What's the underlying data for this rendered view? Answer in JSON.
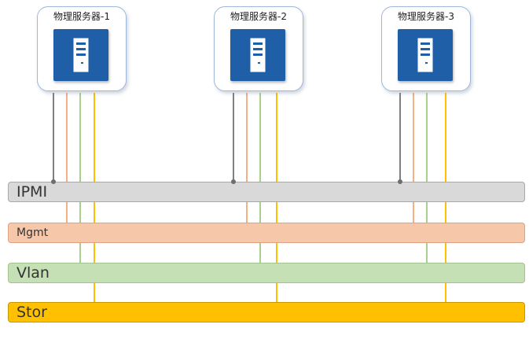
{
  "servers": [
    {
      "label": "物理服务器-1"
    },
    {
      "label": "物理服务器-2"
    },
    {
      "label": "物理服务器-3"
    }
  ],
  "networks": {
    "ipmi": {
      "label": "IPMI",
      "color": "#d9d9d9",
      "link_color": "#808080"
    },
    "mgmt": {
      "label": "Mgmt",
      "color": "#f6c7a8",
      "link_color": "#f4b183"
    },
    "vlan": {
      "label": "Vlan",
      "color": "#c5e0b4",
      "link_color": "#a9d18e"
    },
    "stor": {
      "label": "Stor",
      "color": "#ffc000",
      "link_color": "#ffc000"
    }
  }
}
